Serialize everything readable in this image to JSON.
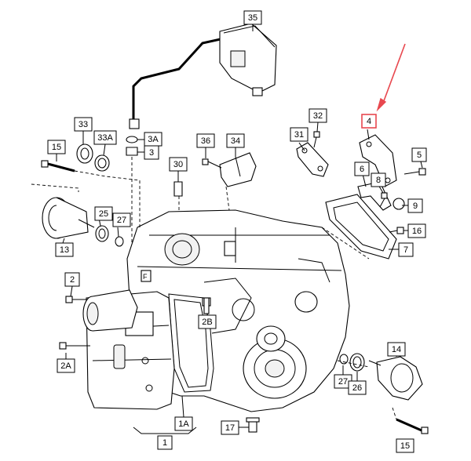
{
  "diagram": {
    "labels": {
      "l35": "35",
      "l33": "33",
      "l33A": "33A",
      "l3A": "3A",
      "l3": "3",
      "l15a": "15",
      "l36": "36",
      "l34": "34",
      "l31": "31",
      "l32": "32",
      "l4": "4",
      "l5": "5",
      "l6": "6",
      "l8": "8",
      "l9": "9",
      "l30": "30",
      "l25": "25",
      "l27a": "27",
      "l13": "13",
      "l16": "16",
      "l7": "7",
      "l2": "2",
      "l2B": "2B",
      "l2A": "2A",
      "l1A": "1A",
      "l1": "1",
      "l17": "17",
      "l14": "14",
      "l27b": "27",
      "l26": "26",
      "l15b": "15"
    },
    "colors": {
      "line": "#000000",
      "highlight": "#e8484f",
      "background": "#ffffff"
    }
  }
}
